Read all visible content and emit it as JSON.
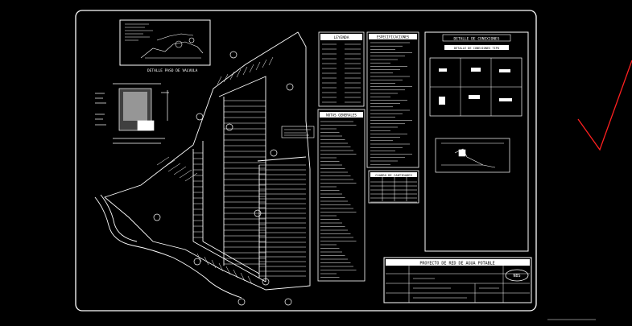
{
  "drawing": {
    "detail_caption": "DETALLE PASO DE VALVULA",
    "table_headers": {
      "legend": "LEYENDA",
      "notes": "NOTAS GENERALES",
      "specs": "ESPECIFICACIONES",
      "connections": "DETALLE DE CONEXIONES",
      "connections_sub": "DETALLE DE CONEXIONES TIPO",
      "quantities": "CUADRO DE CANTIDADES",
      "titleblock": "PROYECTO DE RED DE AGUA POTABLE"
    },
    "titleblock": {
      "logo": "NBS"
    }
  },
  "colors": {
    "background": "#000000",
    "linework": "#ffffff",
    "markup": "#ff2020"
  }
}
